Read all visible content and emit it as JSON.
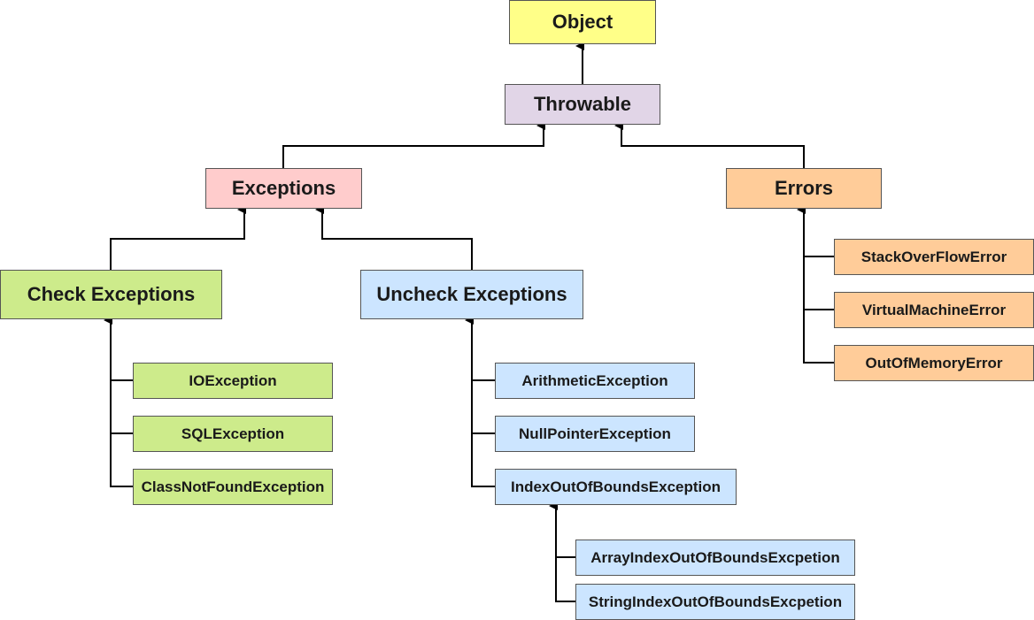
{
  "colors": {
    "object": "#ffff88",
    "throwable": "#e1d5e7",
    "exceptions": "#ffcccc",
    "errors": "#ffcc99",
    "checked": "#cdeb8b",
    "unchecked": "#cce5ff",
    "line": "#000000"
  },
  "nodes": {
    "object": "Object",
    "throwable": "Throwable",
    "exceptions": "Exceptions",
    "errors": "Errors",
    "check_exceptions": "Check Exceptions",
    "uncheck_exceptions": "Uncheck Exceptions",
    "io_exception": "IOException",
    "sql_exception": "SQLException",
    "class_not_found_exception": "ClassNotFoundException",
    "arithmetic_exception": "ArithmeticException",
    "null_pointer_exception": "NullPointerException",
    "index_out_of_bounds_exception": "IndexOutOfBoundsException",
    "array_index_out_of_bounds": "ArrayIndexOutOfBoundsExcpetion",
    "string_index_out_of_bounds": "StringIndexOutOfBoundsExcpetion",
    "stack_overflow_error": "StackOverFlowError",
    "virtual_machine_error": "VirtualMachineError",
    "out_of_memory_error": "OutOfMemoryError"
  }
}
